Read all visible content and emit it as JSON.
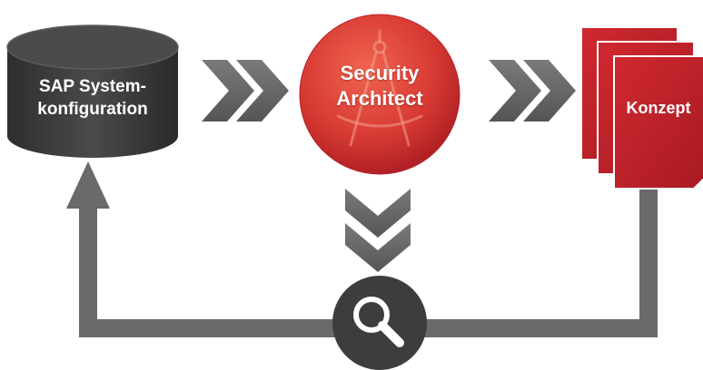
{
  "database": {
    "line1": "SAP System-",
    "line2": "konfiguration"
  },
  "architect": {
    "line1": "Security",
    "line2": "Architect"
  },
  "document": {
    "label": "Konzept"
  },
  "icons": {
    "database": "database-cylinder-icon",
    "architect": "compass-icon",
    "document": "document-stack-icon",
    "review": "magnifier-icon",
    "flow": "double-chevron-icon"
  },
  "colors": {
    "dark": "#3d3d3d",
    "gray": "#6a6a6a",
    "red": "#c8252c",
    "red_light": "#ec5a4d",
    "white": "#ffffff"
  }
}
